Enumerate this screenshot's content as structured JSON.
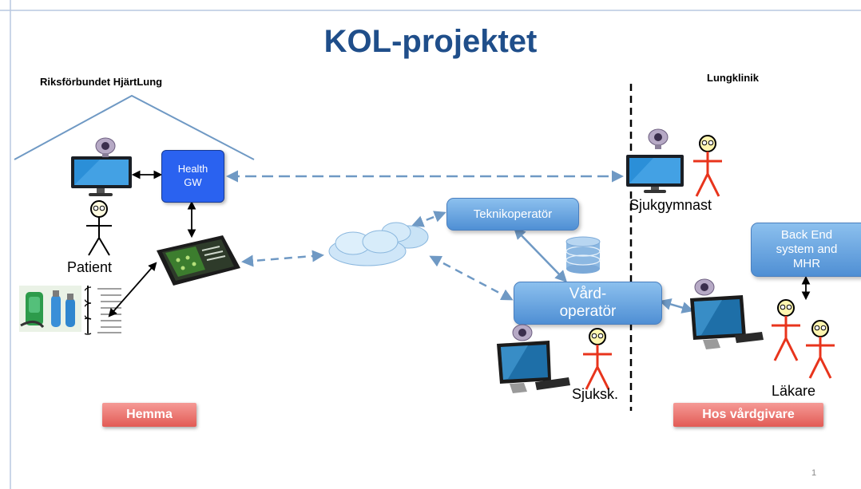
{
  "title": "KOL-projektet",
  "left_header": "Riksförbundet HjärtLung",
  "right_header": "Lungklinik",
  "health_gw": [
    "Health",
    "GW"
  ],
  "teknikoperator": "Teknikoperatör",
  "vardoperator": [
    "Vård-",
    "operatör"
  ],
  "backend": [
    "Back End",
    "system and",
    "MHR"
  ],
  "people": {
    "patient": "Patient",
    "sjukgymnast": "Sjukgymnast",
    "sjuksk": "Sjuksk.",
    "lakare": "Läkare"
  },
  "buttons": {
    "hemma": "Hemma",
    "hos": "Hos vårdgivare"
  },
  "page_number": "1",
  "colors": {
    "title": "#1f4e8a",
    "gw": "#2a62f0",
    "red_figure": "#e8341c",
    "dashed": "#6f99c4"
  }
}
